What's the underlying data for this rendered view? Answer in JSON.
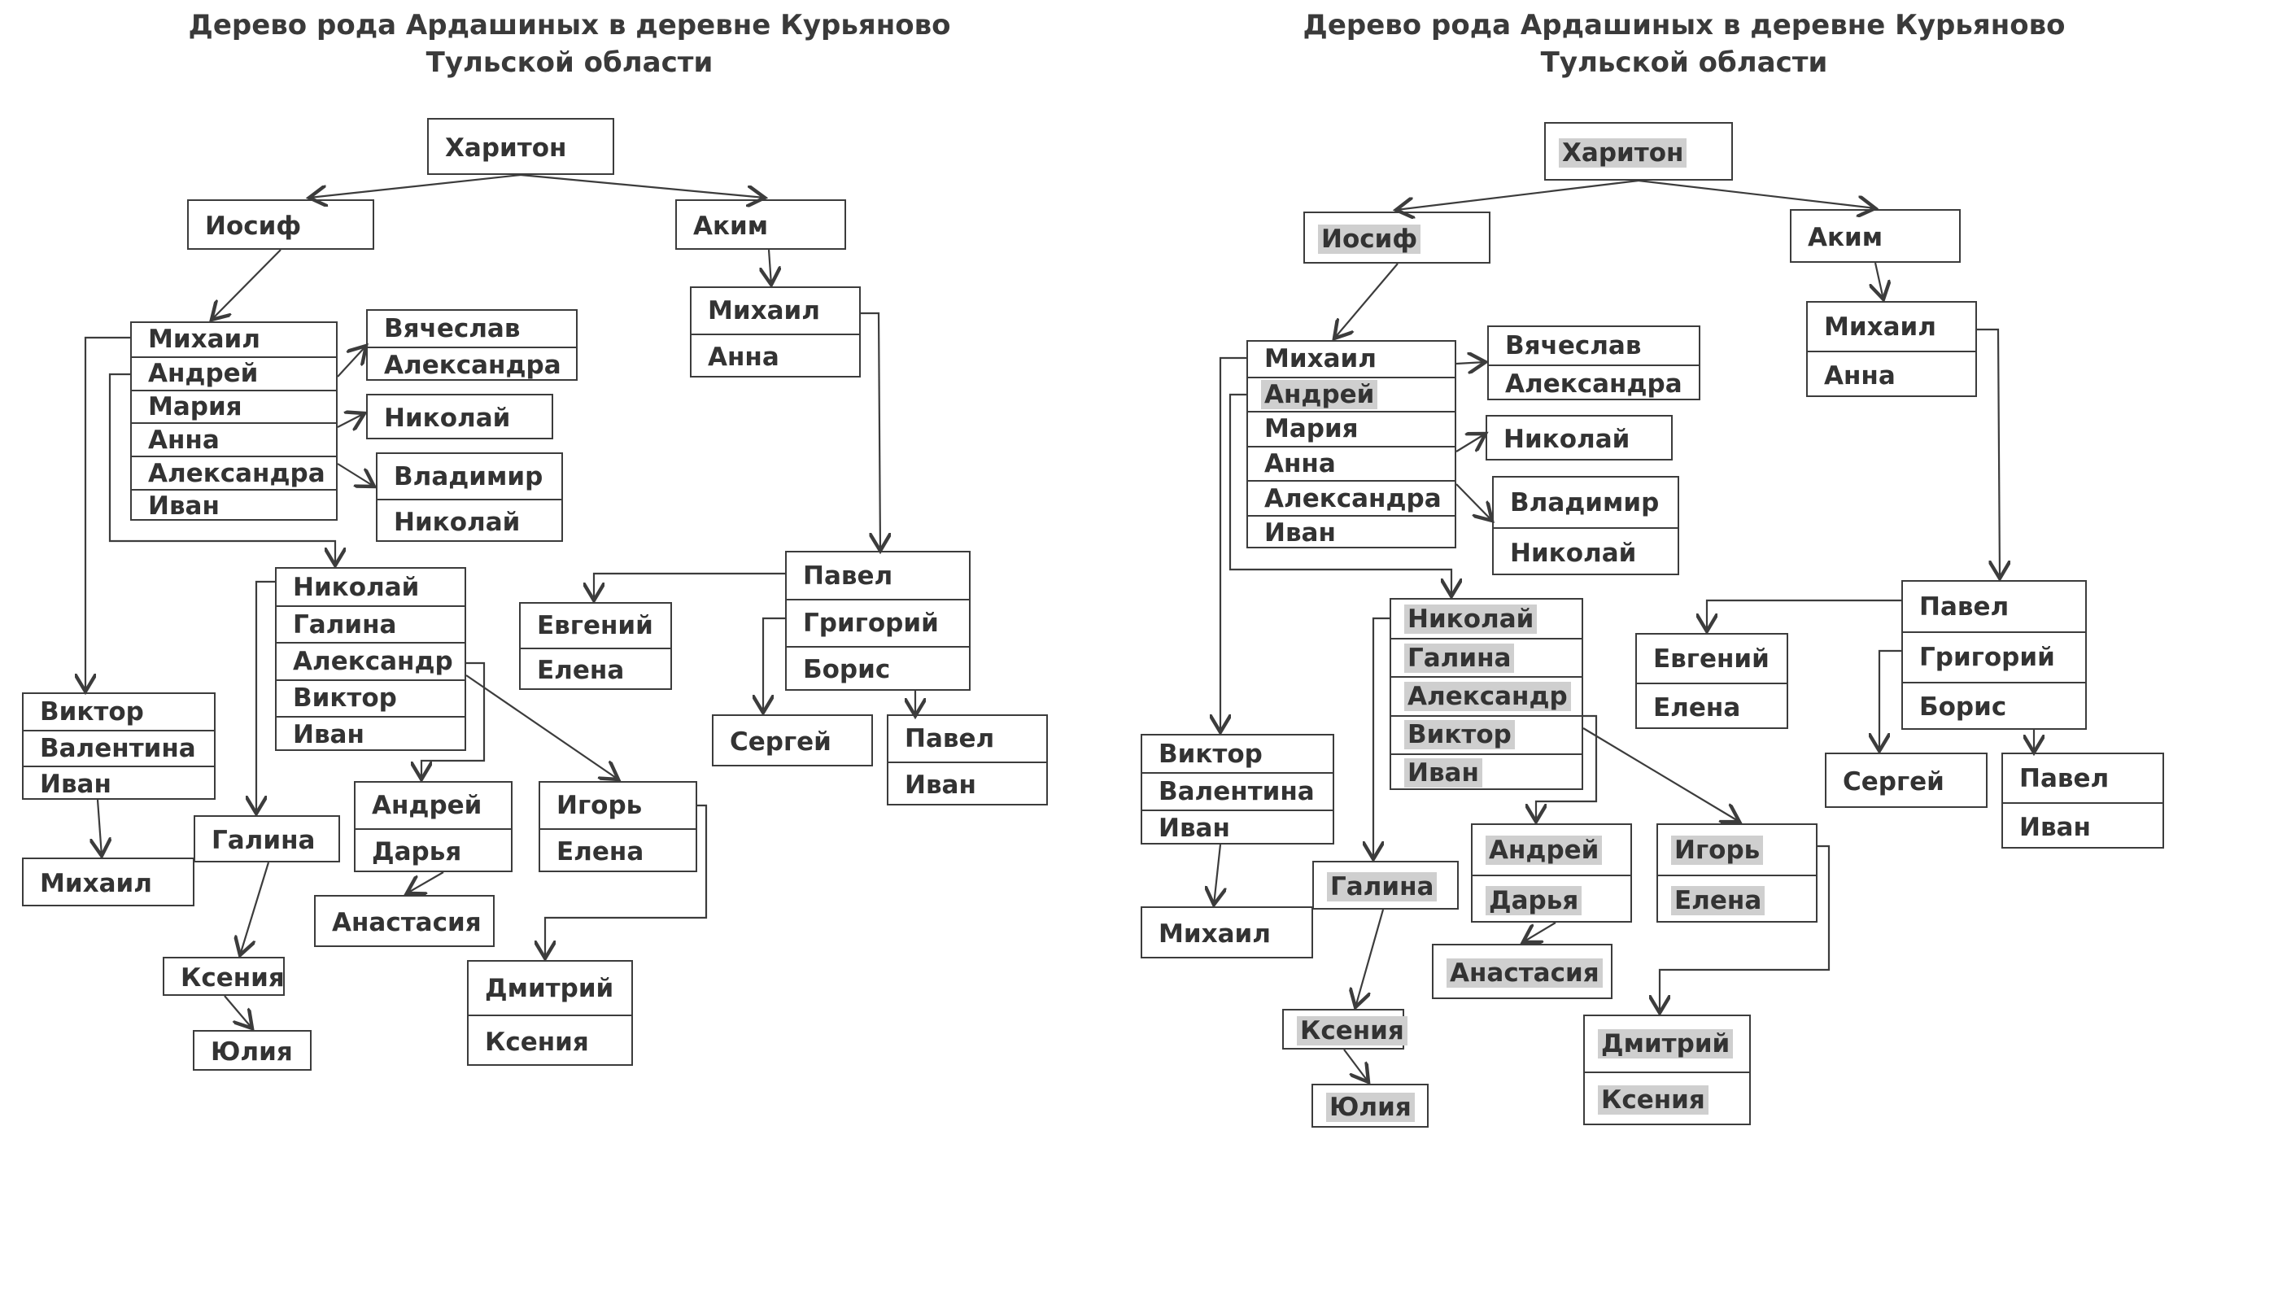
{
  "panels": [
    {
      "title_line1": "Дерево рода Ардашиных в деревне Курьяново",
      "title_line2": "Тульской области",
      "boxes": [
        {
          "id": "khariton",
          "names": [
            "Харитон"
          ],
          "hl": [
            false
          ]
        },
        {
          "id": "iosif",
          "names": [
            "Иосиф"
          ],
          "hl": [
            false
          ]
        },
        {
          "id": "akim",
          "names": [
            "Аким"
          ],
          "hl": [
            false
          ]
        },
        {
          "id": "iosif_children",
          "names": [
            "Михаил",
            "Андрей",
            "Мария",
            "Анна",
            "Александра",
            "Иван"
          ],
          "hl": [
            false,
            false,
            false,
            false,
            false,
            false
          ]
        },
        {
          "id": "vyacheslav",
          "names": [
            "Вячеслав",
            "Александра"
          ],
          "hl": [
            false,
            false
          ]
        },
        {
          "id": "nikolay_single",
          "names": [
            "Николай"
          ],
          "hl": [
            false
          ]
        },
        {
          "id": "vladimir",
          "names": [
            "Владимир",
            "Николай"
          ],
          "hl": [
            false,
            false
          ]
        },
        {
          "id": "mikhail_anna",
          "names": [
            "Михаил",
            "Анна"
          ],
          "hl": [
            false,
            false
          ]
        },
        {
          "id": "andrey_children",
          "names": [
            "Николай",
            "Галина",
            "Александр",
            "Виктор",
            "Иван"
          ],
          "hl": [
            false,
            false,
            false,
            false,
            false
          ]
        },
        {
          "id": "pavel_group",
          "names": [
            "Павел",
            "Григорий",
            "Борис"
          ],
          "hl": [
            false,
            false,
            false
          ]
        },
        {
          "id": "evgeniy",
          "names": [
            "Евгений",
            "Елена"
          ],
          "hl": [
            false,
            false
          ]
        },
        {
          "id": "sergey",
          "names": [
            "Сергей"
          ],
          "hl": [
            false
          ]
        },
        {
          "id": "pavel_ivan",
          "names": [
            "Павел",
            "Иван"
          ],
          "hl": [
            false,
            false
          ]
        },
        {
          "id": "viktor_group",
          "names": [
            "Виктор",
            "Валентина",
            "Иван"
          ],
          "hl": [
            false,
            false,
            false
          ]
        },
        {
          "id": "mikhail_low",
          "names": [
            "Михаил"
          ],
          "hl": [
            false
          ]
        },
        {
          "id": "galina",
          "names": [
            "Галина"
          ],
          "hl": [
            false
          ]
        },
        {
          "id": "andrey_darya",
          "names": [
            "Андрей",
            "Дарья"
          ],
          "hl": [
            false,
            false
          ]
        },
        {
          "id": "igor_elena",
          "names": [
            "Игорь",
            "Елена"
          ],
          "hl": [
            false,
            false
          ]
        },
        {
          "id": "anastasia",
          "names": [
            "Анастасия"
          ],
          "hl": [
            false
          ]
        },
        {
          "id": "dmitriy",
          "names": [
            "Дмитрий",
            "Ксения"
          ],
          "hl": [
            false,
            false
          ]
        },
        {
          "id": "kseniya",
          "names": [
            "Ксения"
          ],
          "hl": [
            false
          ]
        },
        {
          "id": "yuliya",
          "names": [
            "Юлия"
          ],
          "hl": [
            false
          ]
        }
      ]
    },
    {
      "title_line1": "Дерево рода Ардашиных в деревне Курьяново",
      "title_line2": "Тульской области",
      "boxes": [
        {
          "id": "khariton",
          "names": [
            "Харитон"
          ],
          "hl": [
            true
          ]
        },
        {
          "id": "iosif",
          "names": [
            "Иосиф"
          ],
          "hl": [
            true
          ]
        },
        {
          "id": "akim",
          "names": [
            "Аким"
          ],
          "hl": [
            false
          ]
        },
        {
          "id": "iosif_children",
          "names": [
            "Михаил",
            "Андрей",
            "Мария",
            "Анна",
            "Александра",
            "Иван"
          ],
          "hl": [
            false,
            true,
            false,
            false,
            false,
            false
          ]
        },
        {
          "id": "vyacheslav",
          "names": [
            "Вячеслав",
            "Александра"
          ],
          "hl": [
            false,
            false
          ]
        },
        {
          "id": "nikolay_single",
          "names": [
            "Николай"
          ],
          "hl": [
            false
          ]
        },
        {
          "id": "vladimir",
          "names": [
            "Владимир",
            "Николай"
          ],
          "hl": [
            false,
            false
          ]
        },
        {
          "id": "mikhail_anna",
          "names": [
            "Михаил",
            "Анна"
          ],
          "hl": [
            false,
            false
          ]
        },
        {
          "id": "andrey_children",
          "names": [
            "Николай",
            "Галина",
            "Александр",
            "Виктор",
            "Иван"
          ],
          "hl": [
            true,
            true,
            true,
            true,
            true
          ]
        },
        {
          "id": "pavel_group",
          "names": [
            "Павел",
            "Григорий",
            "Борис"
          ],
          "hl": [
            false,
            false,
            false
          ]
        },
        {
          "id": "evgeniy",
          "names": [
            "Евгений",
            "Елена"
          ],
          "hl": [
            false,
            false
          ]
        },
        {
          "id": "sergey",
          "names": [
            "Сергей"
          ],
          "hl": [
            false
          ]
        },
        {
          "id": "pavel_ivan",
          "names": [
            "Павел",
            "Иван"
          ],
          "hl": [
            false,
            false
          ]
        },
        {
          "id": "viktor_group",
          "names": [
            "Виктор",
            "Валентина",
            "Иван"
          ],
          "hl": [
            false,
            false,
            false
          ]
        },
        {
          "id": "mikhail_low",
          "names": [
            "Михаил"
          ],
          "hl": [
            false
          ]
        },
        {
          "id": "galina",
          "names": [
            "Галина"
          ],
          "hl": [
            true
          ]
        },
        {
          "id": "andrey_darya",
          "names": [
            "Андрей",
            "Дарья"
          ],
          "hl": [
            true,
            true
          ]
        },
        {
          "id": "igor_elena",
          "names": [
            "Игорь",
            "Елена"
          ],
          "hl": [
            true,
            true
          ]
        },
        {
          "id": "anastasia",
          "names": [
            "Анастасия"
          ],
          "hl": [
            true
          ]
        },
        {
          "id": "dmitriy",
          "names": [
            "Дмитрий",
            "Ксения"
          ],
          "hl": [
            true,
            true
          ]
        },
        {
          "id": "kseniya",
          "names": [
            "Ксения"
          ],
          "hl": [
            true
          ]
        },
        {
          "id": "yuliya",
          "names": [
            "Юлия"
          ],
          "hl": [
            true
          ]
        }
      ]
    }
  ]
}
